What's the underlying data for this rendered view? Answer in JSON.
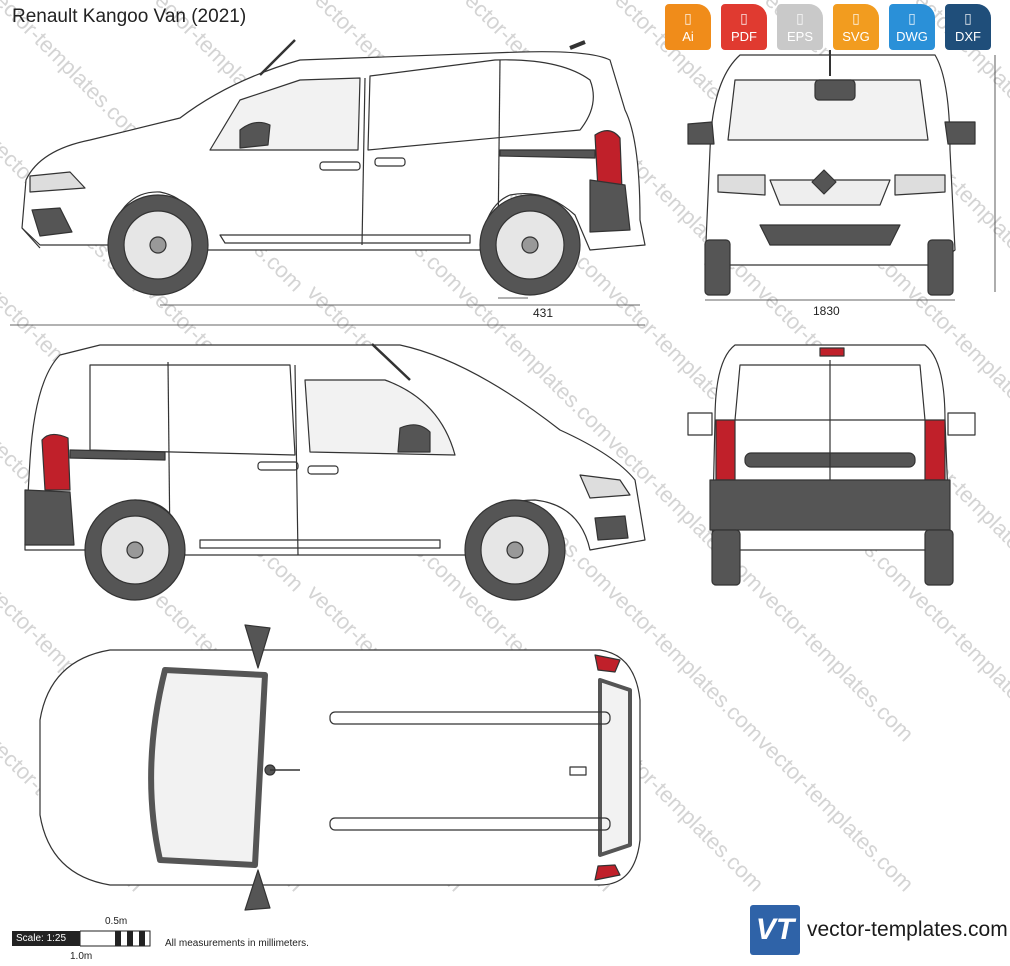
{
  "title": "Renault Kangoo Van (2021)",
  "formats": [
    {
      "label": "Ai",
      "color": "#f08c1a",
      "icon": "ai-file-icon"
    },
    {
      "label": "PDF",
      "color": "#e03a30",
      "icon": "pdf-file-icon"
    },
    {
      "label": "EPS",
      "color": "#c9c9c9",
      "icon": "eps-file-icon"
    },
    {
      "label": "SVG",
      "color": "#f29c1f",
      "icon": "svg-file-icon"
    },
    {
      "label": "DWG",
      "color": "#2a90d8",
      "icon": "dwg-file-icon"
    },
    {
      "label": "DXF",
      "color": "#1f4e7a",
      "icon": "dxf-file-icon"
    }
  ],
  "dimensions": {
    "overhang": "431",
    "width": "1830"
  },
  "scale": {
    "label": "Scale: 1:25",
    "half_meter": "0.5m",
    "one_meter": "1.0m"
  },
  "note": "All measurements in millimeters.",
  "brand": {
    "logo_text": "VT",
    "name": "vector-templates.com"
  },
  "watermark_text": "vector-templates.com",
  "colors": {
    "outline": "#333333",
    "tire": "#555555",
    "taillight": "#c0202a",
    "glass": "#f2f2f2",
    "brand_blue": "#2f63a8"
  }
}
